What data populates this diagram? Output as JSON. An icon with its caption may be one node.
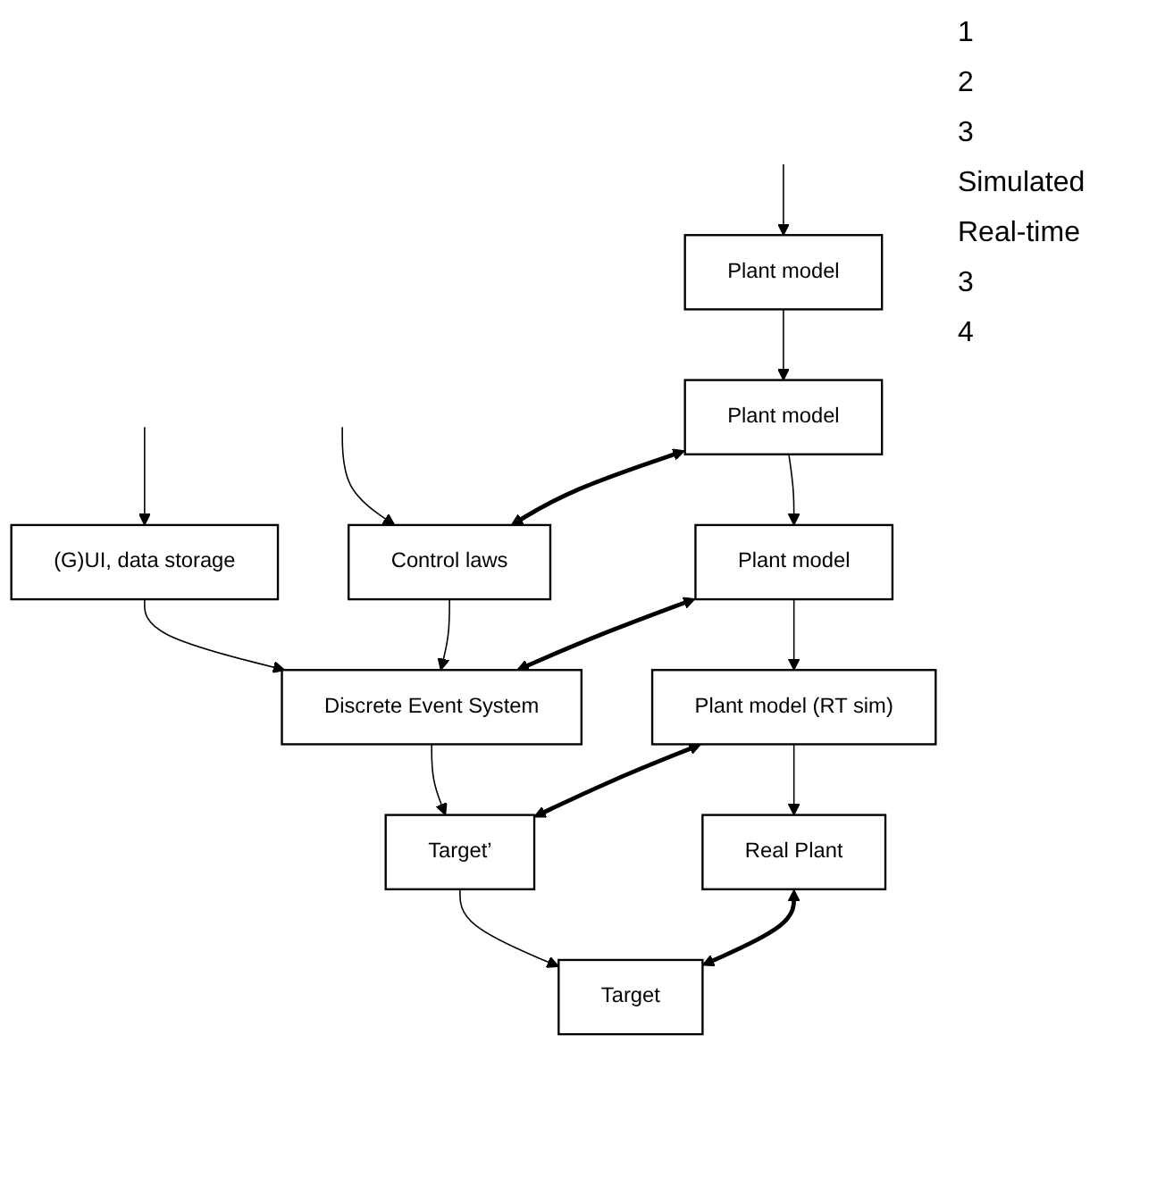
{
  "diagram": {
    "nodes": [
      {
        "text": [
          "Plant model"
        ]
      },
      {
        "text": [
          "(G)UI, data storage"
        ]
      },
      {
        "text": [
          "Control laws"
        ]
      },
      {
        "text": [
          "Plant model"
        ]
      },
      {
        "text": [
          "Discrete Event System"
        ]
      },
      {
        "text": [
          "Plant model"
        ]
      },
      {
        "text": [
          "Target’"
        ]
      },
      {
        "text": [
          "Plant model (RT sim)"
        ]
      },
      {
        "text": [
          "Target"
        ]
      },
      {
        "text": [
          "Real Plant"
        ]
      }
    ],
    "edges": [
      {
        "from": null,
        "to": 0,
        "arrow": "to"
      },
      {
        "from": null,
        "to": 1,
        "arrow": "to"
      },
      {
        "from": null,
        "to": 2,
        "arrow": "to"
      },
      {
        "from": 0,
        "to": 3,
        "arrow": "to"
      },
      {
        "from": 2,
        "to": 3,
        "arrow": "both",
        "style": "thick"
      },
      {
        "from": 1,
        "to": 4,
        "arrow": "to"
      },
      {
        "from": 2,
        "to": 4,
        "arrow": "to"
      },
      {
        "from": 3,
        "to": 5,
        "arrow": "to"
      },
      {
        "from": 4,
        "to": 5,
        "arrow": "both",
        "style": "thick"
      },
      {
        "from": 4,
        "to": 6,
        "arrow": "to"
      },
      {
        "from": 5,
        "to": 7,
        "arrow": "to"
      },
      {
        "from": 6,
        "to": 7,
        "arrow": "both",
        "style": "thick"
      },
      {
        "from": 6,
        "to": 8,
        "arrow": "to"
      },
      {
        "from": 7,
        "to": 9,
        "arrow": "to"
      },
      {
        "from": 8,
        "to": 9,
        "arrow": "both",
        "style": "thick"
      }
    ],
    "labels": [
      "1",
      "2",
      "3",
      "Simulated",
      "Real-time",
      "3",
      "4"
    ]
  }
}
